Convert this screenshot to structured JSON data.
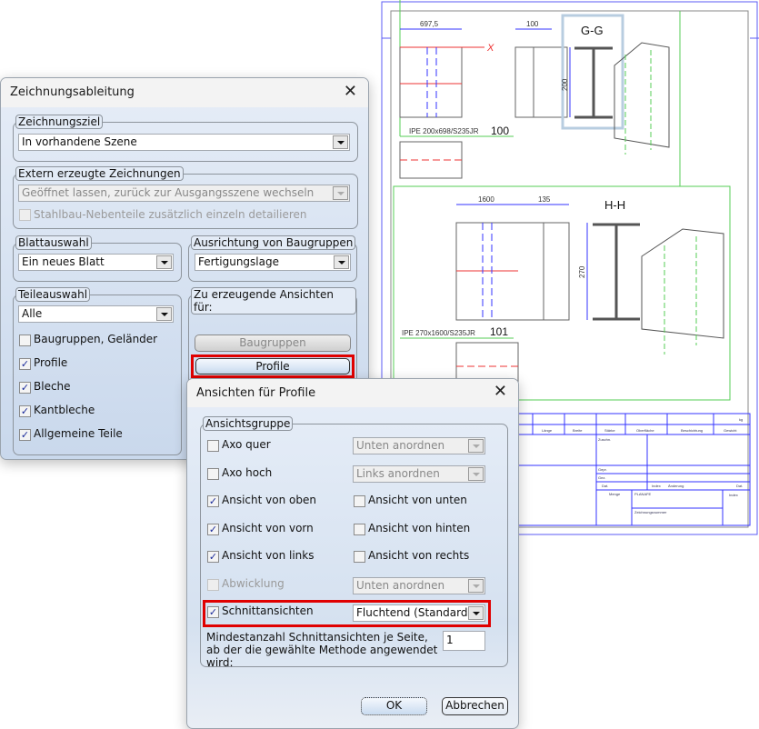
{
  "drawing": {
    "dim_top_left": "697,5",
    "dim_top_mid": "100",
    "section_g": "G-G",
    "dim_height_g": "200",
    "axis_x": "X",
    "part_label_1": "IPE 200x698/S235JR",
    "part_number_1": "100",
    "dim_bot_left": "1600",
    "dim_bot_mid": "135",
    "section_h": "H-H",
    "dim_height_h": "270",
    "part_label_2": "IPE 270x1600/S235JR",
    "part_number_2": "101",
    "title_block": {
      "kg": "kg",
      "headers": [
        "Länge",
        "Breite",
        "Stärke",
        "Oberfläche",
        "Beschichtung",
        "Gewicht"
      ],
      "zuschnitt": "Zuschn.",
      "gepr": "Gepr.",
      "gez": "Gez.",
      "dat": "Dat.",
      "index": "Index",
      "aenderung": "Änderung",
      "dat2": "Dat.",
      "menge": "Menge",
      "planname": "PLANAFE",
      "zeichnungsnummer": "Zeichnungsnummer",
      "index2": "Index"
    }
  },
  "dialog1": {
    "title": "Zeichnungsableitung",
    "zeichnungsziel": {
      "label": "Zeichnungsziel",
      "value": "In vorhandene Szene"
    },
    "extern": {
      "label": "Extern erzeugte Zeichnungen",
      "value": "Geöffnet lassen, zurück zur Ausgangsszene wechseln",
      "checkbox": "Stahlbau-Nebenteile zusätzlich einzeln detailieren"
    },
    "blatt": {
      "label": "Blattauswahl",
      "value": "Ein neues Blatt"
    },
    "ausrichtung": {
      "label": "Ausrichtung von Baugruppen",
      "value": "Fertigungslage"
    },
    "teile": {
      "label": "Teileauswahl",
      "value": "Alle",
      "items": [
        {
          "label": "Baugruppen, Geländer",
          "checked": false
        },
        {
          "label": "Profile",
          "checked": true
        },
        {
          "label": "Bleche",
          "checked": true
        },
        {
          "label": "Kantbleche",
          "checked": true
        },
        {
          "label": "Allgemeine Teile",
          "checked": true
        }
      ]
    },
    "ansichten": {
      "label": "Zu erzeugende Ansichten für:",
      "btn_baugruppen": "Baugruppen",
      "btn_profile": "Profile"
    }
  },
  "dialog2": {
    "title": "Ansichten für Profile",
    "group": "Ansichtsgruppe",
    "rows": [
      {
        "left": "Axo quer",
        "left_checked": false,
        "right_select": "Unten anordnen"
      },
      {
        "left": "Axo hoch",
        "left_checked": false,
        "right_select": "Links anordnen"
      },
      {
        "left": "Ansicht von oben",
        "left_checked": true,
        "right": "Ansicht von unten",
        "right_checked": false
      },
      {
        "left": "Ansicht von vorn",
        "left_checked": true,
        "right": "Ansicht von hinten",
        "right_checked": false
      },
      {
        "left": "Ansicht von links",
        "left_checked": true,
        "right": "Ansicht von rechts",
        "right_checked": false
      },
      {
        "left": "Abwicklung",
        "left_checked": false,
        "right_select": "Unten anordnen"
      },
      {
        "left": "Schnittansichten",
        "left_checked": true,
        "right_select": "Fluchtend (Standard)"
      }
    ],
    "min_label": "Mindestanzahl Schnittansichten je Seite, ab der die gewählte Methode angewendet wird:",
    "min_value": "1",
    "ok": "OK",
    "cancel": "Abbrechen"
  },
  "check_mark": "✓",
  "close_glyph": "✕"
}
